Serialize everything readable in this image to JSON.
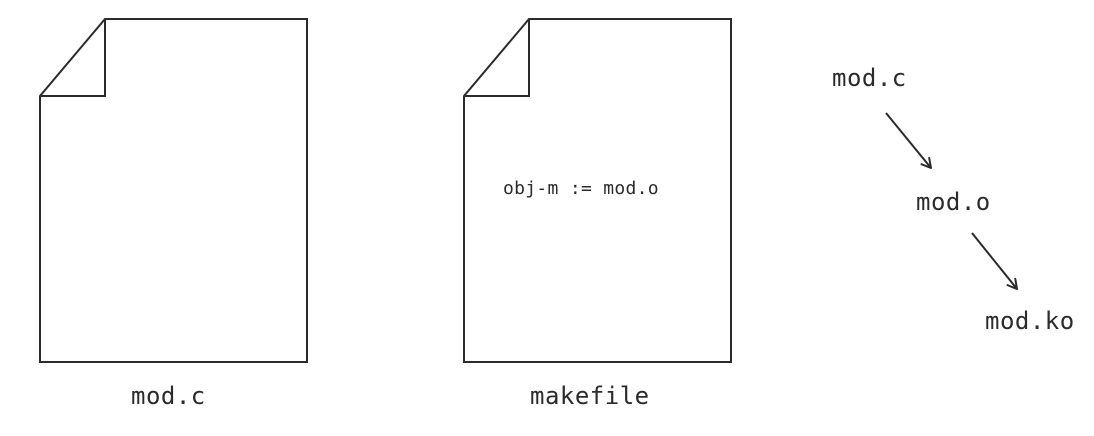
{
  "files": [
    {
      "caption": "mod.c",
      "content": ""
    },
    {
      "caption": "makefile",
      "content": "obj-m := mod.o"
    }
  ],
  "build_chain": [
    "mod.c",
    "mod.o",
    "mod.ko"
  ],
  "colors": {
    "stroke": "#2b2b2b",
    "background": "#ffffff"
  }
}
